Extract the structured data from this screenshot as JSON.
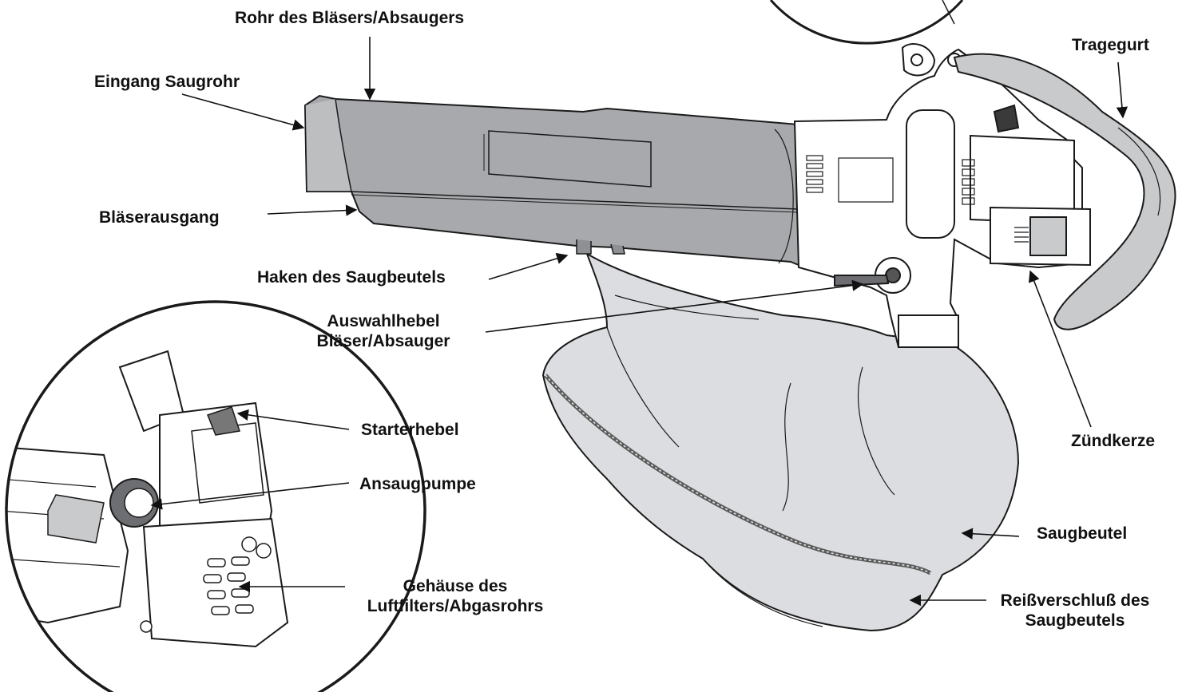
{
  "labels": {
    "blower_tube": "Rohr des Bläsers/Absaugers",
    "vacuum_inlet": "Eingang Saugrohr",
    "blower_outlet": "Bläserausgang",
    "bag_hook": "Haken des Saugbeutels",
    "selector_lever_line1": "Auswahlhebel",
    "selector_lever_line2": "Bläser/Absauger",
    "strap": "Tragegurt",
    "spark_plug": "Zündkerze",
    "vacuum_bag": "Saugbeutel",
    "zipper_line1": "Reißverschluß des",
    "zipper_line2": "Saugbeutels",
    "starter_lever": "Starterhebel",
    "primer_bulb": "Ansaugpumpe",
    "air_filter_line1": "Gehäuse des",
    "air_filter_line2": "Luftfilters/Abgasrohrs"
  },
  "colors": {
    "tube_fill": "#a7a9ac",
    "bag_fill": "#dcdde0",
    "outline": "#1a1a1a"
  }
}
